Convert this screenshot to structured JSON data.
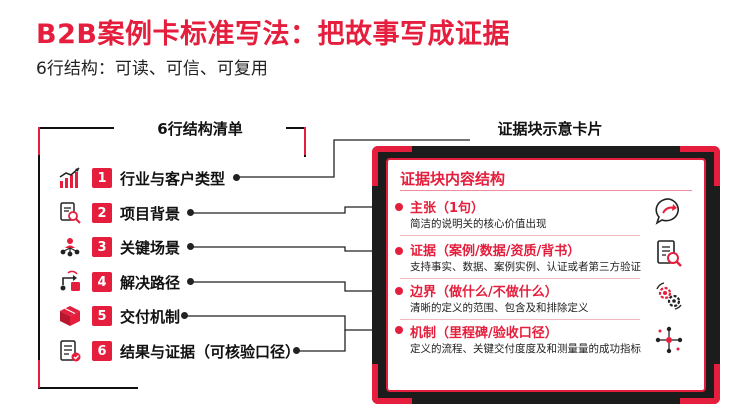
{
  "header": {
    "title": "B2B案例卡标准写法：把故事写成证据",
    "subtitle": "6行结构：可读、可信、可复用"
  },
  "left_panel": {
    "heading": "6行结构清单",
    "items": [
      {
        "num": "1",
        "label": "行业与客户类型",
        "icon": "bar-chart-growth-icon"
      },
      {
        "num": "2",
        "label": "项目背景",
        "icon": "document-search-icon"
      },
      {
        "num": "3",
        "label": "关键场景",
        "icon": "people-network-icon"
      },
      {
        "num": "4",
        "label": "解决路径",
        "icon": "route-arrows-icon"
      },
      {
        "num": "5",
        "label": "交付机制",
        "icon": "package-box-icon"
      },
      {
        "num": "6",
        "label": "结果与证据（可核验口径）",
        "icon": "checklist-document-icon"
      }
    ]
  },
  "right_panel": {
    "heading": "证据块示意卡片",
    "card_title": "证据块内容结构",
    "items": [
      {
        "title": "主张（1句）",
        "desc": "简洁的说明关的核心价值出现",
        "icon": "speech-arrow-icon"
      },
      {
        "title": "证据（案例/数据/资质/背书）",
        "desc": "支持事实、数据、案例实例、认证或者第三方验证",
        "icon": "document-magnifier-icon"
      },
      {
        "title": "边界（做什么/不做什么）",
        "desc": "清晰的定义的范围、包含及和排除定义",
        "icon": "gears-icon"
      },
      {
        "title": "机制（里程碑/验收口径）",
        "desc": "定义的流程、关键交付度度及和测量量的成功指标",
        "icon": "workflow-nodes-icon"
      }
    ]
  },
  "colors": {
    "accent": "#e41e3c",
    "dark": "#1c1c1c",
    "text": "#111111"
  }
}
